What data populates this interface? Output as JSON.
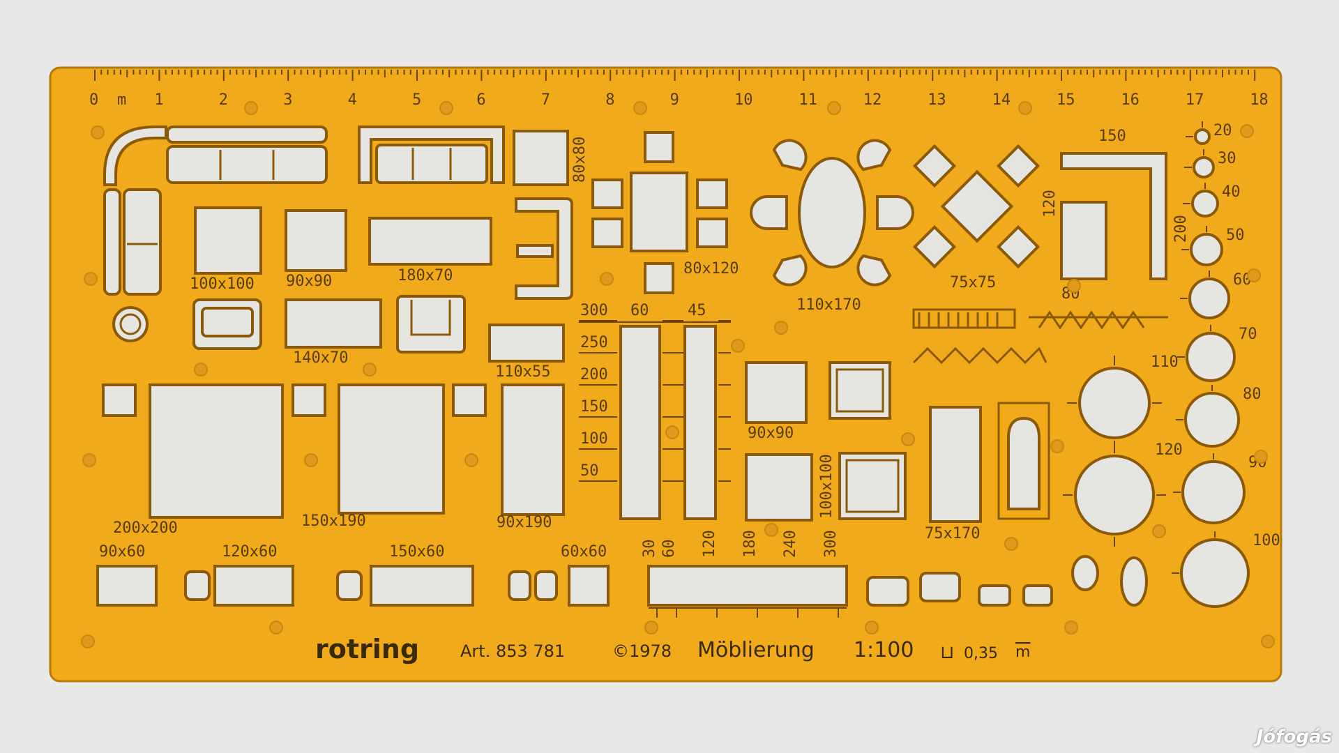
{
  "ruler": {
    "zero": "0",
    "unit": "m",
    "marks": [
      "1",
      "2",
      "3",
      "4",
      "5",
      "6",
      "7",
      "8",
      "9",
      "10",
      "11",
      "12",
      "13",
      "14",
      "15",
      "16",
      "17",
      "18"
    ]
  },
  "labels": {
    "sq100": "100x100",
    "sq90": "90x90",
    "rect180": "180x70",
    "r80x80": "80x80",
    "table80x120": "80x120",
    "oval110x170": "110x170",
    "sq75x75": "75x75",
    "l150": "150",
    "l120": "120",
    "l200": "200",
    "l80": "80",
    "r140x70": "140x70",
    "r110x55": "110x55",
    "bed200": "200x200",
    "bed150": "150x190",
    "bed90": "90x190",
    "small90x90": "90x90",
    "small100x100": "100x100",
    "r75x170": "75x170",
    "w90x60": "90x60",
    "w120x60": "120x60",
    "w150x60": "150x60",
    "w60x60": "60x60"
  },
  "scale_left": [
    "300",
    "250",
    "200",
    "150",
    "100",
    "50"
  ],
  "scale_top": [
    "60",
    "45"
  ],
  "bottom_scale": [
    "30",
    "60",
    "120",
    "180",
    "240",
    "300"
  ],
  "circles_left": [
    "110",
    "120"
  ],
  "circles_right": [
    "20",
    "30",
    "40",
    "50",
    "60",
    "70",
    "80",
    "90",
    "100"
  ],
  "brand": {
    "logo": "rotring",
    "article": "Art. 853 781",
    "copyright": "©1978",
    "title": "Möblierung",
    "scale": "1:100",
    "pen": "0,35",
    "unit": "m"
  },
  "watermark": "Jófogás"
}
